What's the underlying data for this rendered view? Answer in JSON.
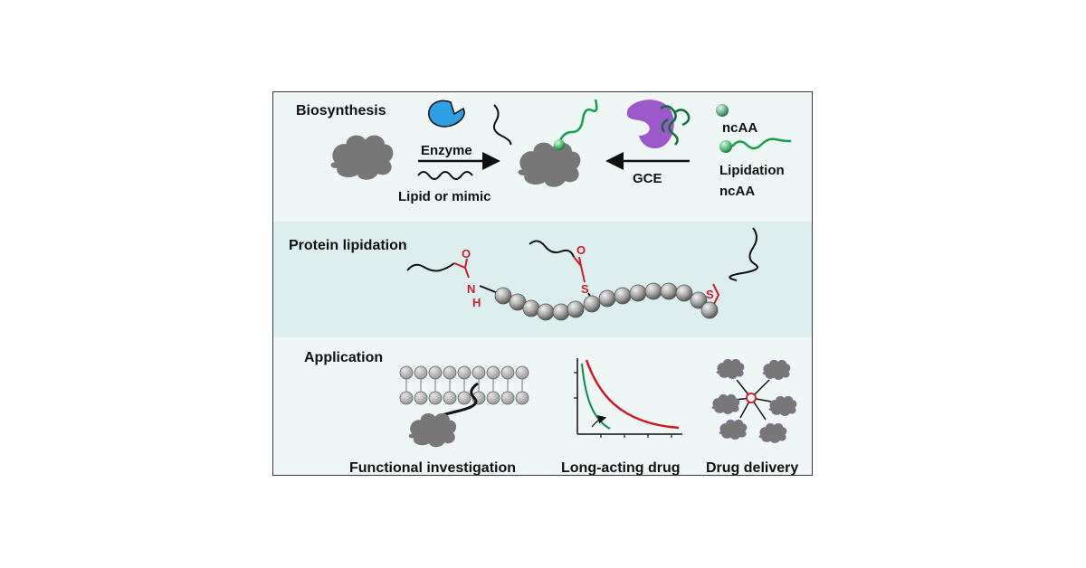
{
  "biosynthesis": {
    "title": "Biosynthesis",
    "enzyme_label": "Enzyme",
    "lipid_label": "Lipid or mimic",
    "gce_label": "GCE",
    "ncaa_label": "ncAA",
    "lipidation_ncaa_label_1": "Lipidation",
    "lipidation_ncaa_label_2": "ncAA"
  },
  "lipidation": {
    "title": "Protein lipidation",
    "amide_o": "O",
    "amide_n": "N",
    "amide_h": "H",
    "thioester_o": "O",
    "thioester_s": "S",
    "thioether_s": "S"
  },
  "application": {
    "title": "Application",
    "functional_label": "Functional investigation",
    "longacting_label": "Long-acting drug",
    "delivery_label": "Drug delivery"
  },
  "colors": {
    "panel_light": "#eef7f6",
    "panel_dark": "#dcefee",
    "protein_gray": "#777777",
    "enzyme_blue": "#2f9fe6",
    "gce_purple": "#9b59c9",
    "lipid_green": "#12a14a",
    "modification_red": "#c8202c"
  }
}
